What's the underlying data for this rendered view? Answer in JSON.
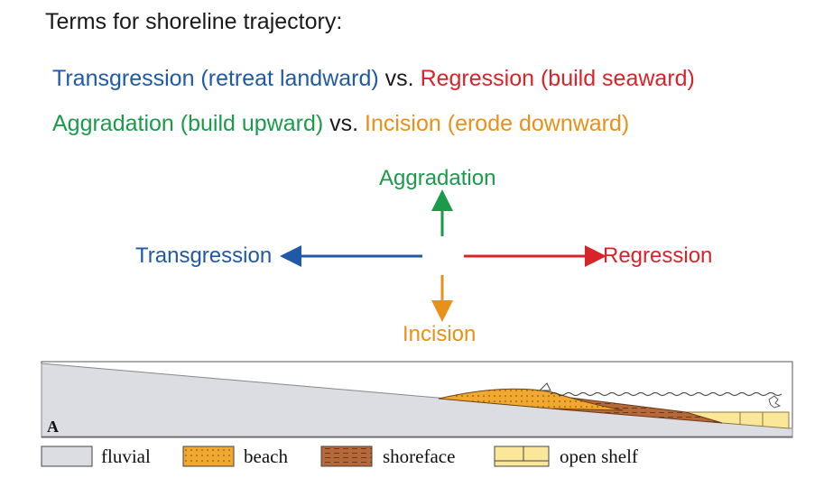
{
  "title": "Terms for shoreline trajectory:",
  "definitions": {
    "line1": {
      "term_a": "Transgression (retreat landward)",
      "sep": " vs. ",
      "term_b": "Regression (build seaward)"
    },
    "line2": {
      "term_a": "Aggradation (build upward)",
      "sep": " vs. ",
      "term_b": "Incision (erode downward)"
    }
  },
  "directions": {
    "up": "Aggradation",
    "left": "Transgression",
    "right": "Regression",
    "down": "Incision"
  },
  "cross_section": {
    "panel_label": "A",
    "legend": [
      "fluvial",
      "beach",
      "shoreface",
      "open shelf"
    ]
  },
  "colors": {
    "transgression": "#1f5aa6",
    "regression": "#d9232a",
    "aggradation": "#1a9a4a",
    "incision": "#e8901a",
    "fluvial": "#dcdce3",
    "beach": "#f0a830",
    "shoreface": "#b5683a",
    "open_shelf": "#fbe79a"
  }
}
